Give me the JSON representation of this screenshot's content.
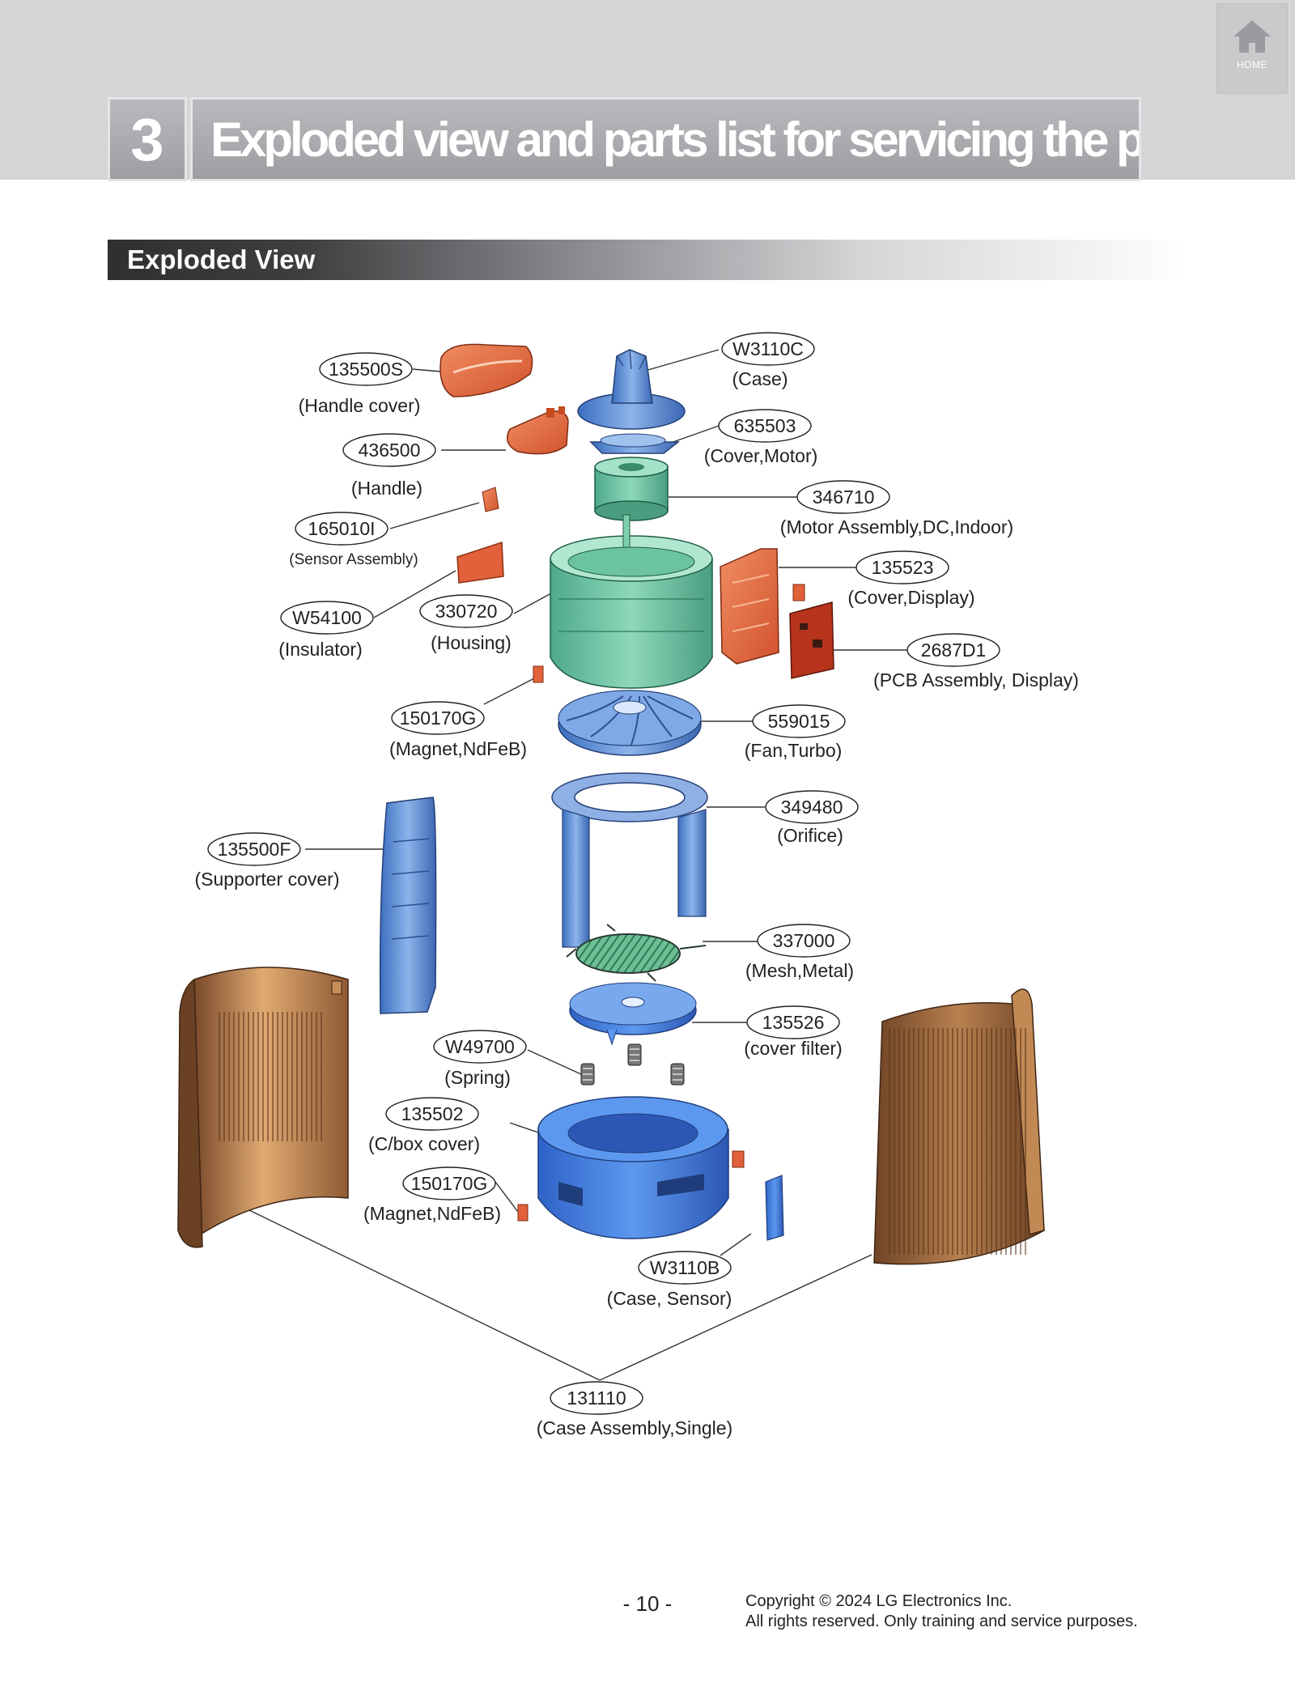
{
  "header": {
    "home_label": "HOME",
    "chapter_number": "3",
    "chapter_title": "Exploded view and parts list for servicing the product"
  },
  "section": {
    "title": "Exploded View"
  },
  "callouts": [
    {
      "code": "135500S",
      "name": "(Handle cover)"
    },
    {
      "code": "436500",
      "name": "(Handle)"
    },
    {
      "code": "165010I",
      "name": "(Sensor Assembly)"
    },
    {
      "code": "W54100",
      "name": "(Insulator)"
    },
    {
      "code": "330720",
      "name": "(Housing)"
    },
    {
      "code": "150170G",
      "name": "(Magnet,NdFeB)"
    },
    {
      "code": "135500F",
      "name": "(Supporter cover)"
    },
    {
      "code": "W49700",
      "name": "(Spring)"
    },
    {
      "code": "135502",
      "name": "(C/box cover)"
    },
    {
      "code": "150170G",
      "name": "(Magnet,NdFeB)"
    },
    {
      "code": "W3110B",
      "name": "(Case, Sensor)"
    },
    {
      "code": "131110",
      "name": "(Case Assembly,Single)"
    },
    {
      "code": "W3110C",
      "name": "(Case)"
    },
    {
      "code": "635503",
      "name": "(Cover,Motor)"
    },
    {
      "code": "346710",
      "name": "(Motor Assembly,DC,Indoor)"
    },
    {
      "code": "135523",
      "name": "(Cover,Display)"
    },
    {
      "code": "2687D1",
      "name": "(PCB Assembly,  Display)"
    },
    {
      "code": "559015",
      "name": "(Fan,Turbo)"
    },
    {
      "code": "349480",
      "name": "(Orifice)"
    },
    {
      "code": "337000",
      "name": "(Mesh,Metal)"
    },
    {
      "code": "135526",
      "name": "(cover filter)"
    }
  ],
  "footer": {
    "page_number": "- 10 -",
    "copyright_line1": "Copyright © 2024 LG Electronics Inc.",
    "copyright_line2": "All rights reserved. Only training and service purposes."
  }
}
